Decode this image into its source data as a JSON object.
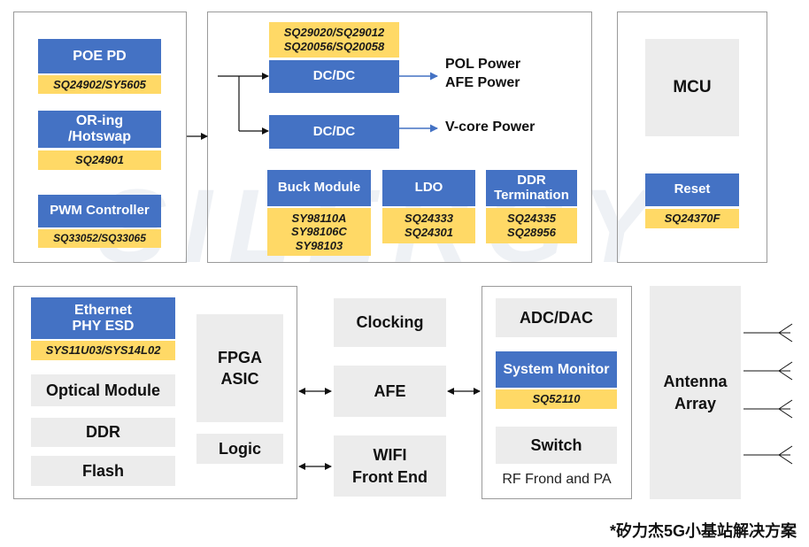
{
  "watermark": "SILERGY",
  "power": {
    "left_col": {
      "poe_title": "POE PD",
      "poe_part": "SQ24902/SY5605",
      "oring_title": "OR-ing\n/Hotswap",
      "oring_part": "SQ24901",
      "pwm_title": "PWM Controller",
      "pwm_part": "SQ33052/SQ33065"
    },
    "mid_col": {
      "dcdc_parts": "SQ29020/SQ29012\nSQ20056/SQ20058",
      "dcdc1": "DC/DC",
      "dcdc1_out": "POL Power\nAFE Power",
      "dcdc2": "DC/DC",
      "dcdc2_out": "V-core Power",
      "buck_title": "Buck Module",
      "buck_parts": "SY98110A\nSY98106C\nSY98103",
      "ldo_title": "LDO",
      "ldo_parts": "SQ24333\nSQ24301",
      "ddr_title": "DDR\nTermination",
      "ddr_parts": "SQ24335\nSQ28956"
    },
    "right_col": {
      "mcu": "MCU",
      "reset_title": "Reset",
      "reset_part": "SQ24370F"
    }
  },
  "system": {
    "ethernet_title": "Ethernet\nPHY ESD",
    "ethernet_part": "SYS11U03/SYS14L02",
    "optical": "Optical Module",
    "ddr": "DDR",
    "flash": "Flash",
    "fpga": "FPGA\nASIC",
    "logic": "Logic",
    "clocking": "Clocking",
    "afe": "AFE",
    "wifi": "WIFI\nFront End",
    "adc": "ADC/DAC",
    "sysmon_title": "System Monitor",
    "sysmon_part": "SQ52110",
    "switch": "Switch",
    "rf_caption": "RF Frond and PA",
    "antenna": "Antenna\nArray"
  },
  "footnote": "*矽力杰5G小基站解决方案",
  "colors": {
    "blue_block": "#4472c4",
    "yellow_tag": "#ffd966",
    "gray_block": "#ececec",
    "output_arrow": "#4472c4",
    "frame": "#9a9a9a"
  }
}
